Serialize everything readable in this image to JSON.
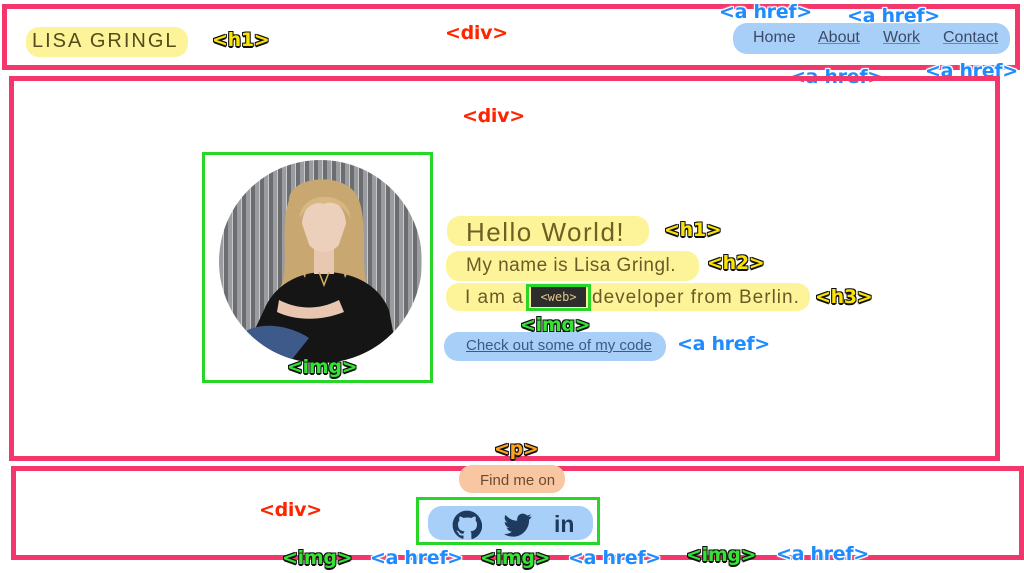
{
  "header": {
    "logo_text": "LISA GRINGL",
    "nav": [
      {
        "label": "Home"
      },
      {
        "label": "About"
      },
      {
        "label": "Work"
      },
      {
        "label": "Contact"
      }
    ]
  },
  "hero": {
    "greeting": "Hello World!",
    "name_line": "My name is Lisa Gringl.",
    "role_prefix": "I am a",
    "role_chip": "<web>",
    "role_suffix": "developer from Berlin.",
    "cta_link": "Check out some of my code"
  },
  "footer": {
    "find_me_text": "Find me on",
    "social": [
      {
        "icon": "github-icon"
      },
      {
        "icon": "twitter-icon"
      },
      {
        "icon": "linkedin-icon",
        "glyph": "in"
      }
    ]
  },
  "annotations": {
    "div": "<div>",
    "h1": "<h1>",
    "h2": "<h2>",
    "h3": "<h3>",
    "p": "<p>",
    "img": "<img>",
    "a_href": "<a href>"
  },
  "colors": {
    "div_box": "#f3376d",
    "img_box": "#27d627",
    "heading_highlight": "#fdf49a",
    "link_highlight": "#a8cff7",
    "paragraph_highlight": "#f9c6a2"
  }
}
